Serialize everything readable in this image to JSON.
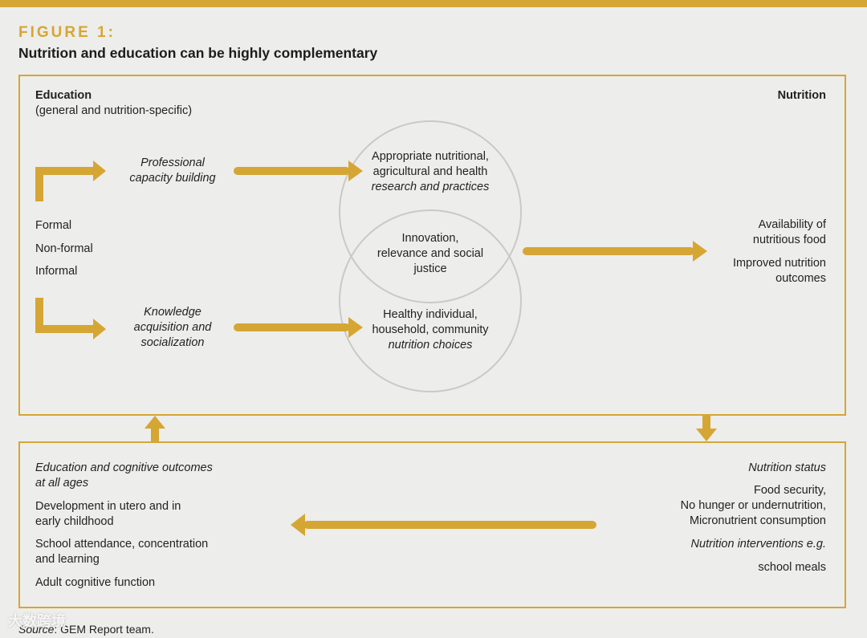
{
  "figure": {
    "label": "FIGURE 1:",
    "title": "Nutrition and education can be highly complementary"
  },
  "colors": {
    "accent": "#d6a634",
    "circle": "#c9c9c7",
    "background": "#ededeb"
  },
  "top_box": {
    "education_heading": "Education",
    "education_sub": "(general and nutrition-specific)",
    "nutrition_heading": "Nutrition",
    "education_types": [
      "Formal",
      "Non-formal",
      "Informal"
    ],
    "professional": [
      "Professional",
      "capacity building"
    ],
    "knowledge": [
      "Knowledge",
      "acquisition and",
      "socialization"
    ],
    "circle_top": [
      "Appropriate nutritional,",
      "agricultural and health",
      "research and practices"
    ],
    "circle_overlap": [
      "Innovation,",
      "relevance and social",
      "justice"
    ],
    "circle_bottom": [
      "Healthy individual,",
      "household, community",
      "nutrition choices"
    ],
    "availability": [
      "Availability of",
      "nutritious food"
    ],
    "improved": [
      "Improved nutrition",
      "outcomes"
    ]
  },
  "bottom_box": {
    "edu_outcomes": [
      "Education and cognitive outcomes",
      "at all ages"
    ],
    "development": [
      "Development in utero and in",
      "early childhood"
    ],
    "school": [
      "School attendance, concentration",
      "and learning"
    ],
    "adult": "Adult cognitive function",
    "nutrition_status": "Nutrition status",
    "security": [
      "Food security,",
      "No hunger or undernutrition,",
      "Micronutrient consumption"
    ],
    "interventions": "Nutrition interventions e.g.",
    "meals": "school meals"
  },
  "source": {
    "prefix": "Source",
    "text": ": GEM Report team."
  },
  "watermark": "大数跨境"
}
